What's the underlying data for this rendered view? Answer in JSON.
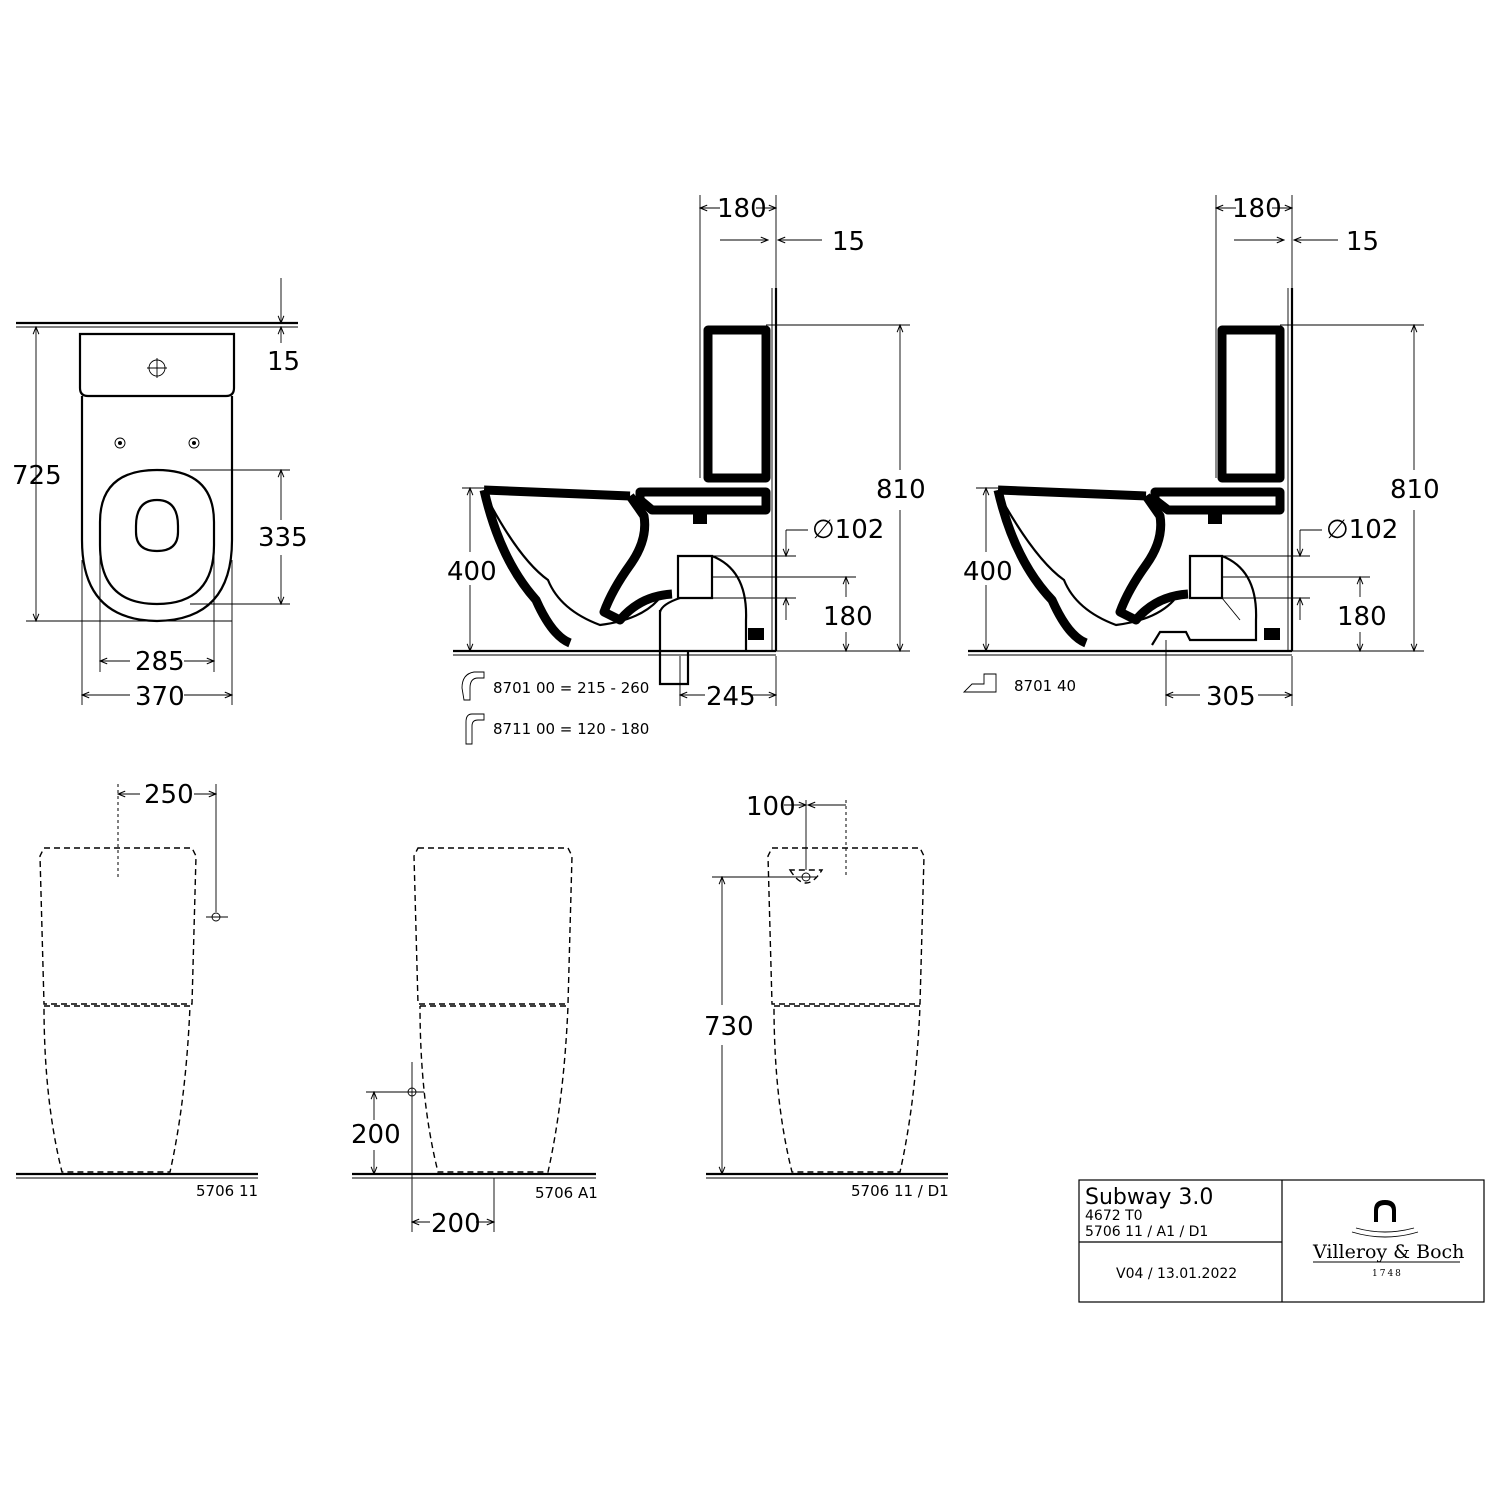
{
  "dimensions": {
    "top_view": {
      "d15": "15",
      "d725": "725",
      "d335": "335",
      "d285": "285",
      "d370": "370"
    },
    "side_a": {
      "d180": "180",
      "d15": "15",
      "d810": "810",
      "d102": "∅102",
      "d400": "400",
      "d180b": "180",
      "d245": "245"
    },
    "side_b": {
      "d180": "180",
      "d15": "15",
      "d810": "810",
      "d102": "∅102",
      "d400": "400",
      "d180b": "180",
      "d305": "305"
    },
    "back_1": {
      "d250": "250"
    },
    "back_2": {
      "d200v": "200",
      "d200h": "200"
    },
    "back_3": {
      "d100": "100",
      "d730": "730"
    }
  },
  "accessories": {
    "a1": "8701 00 = 215 - 260",
    "a2": "8711 00 = 120 - 180",
    "a3": "8701 40"
  },
  "view_codes": {
    "v1": "5706 11",
    "v2": "5706 A1",
    "v3": "5706 11 / D1"
  },
  "title_block": {
    "product": "Subway 3.0",
    "code1": "4672 T0",
    "code2": "5706 11 / A1 / D1",
    "version": "V04 / 13.01.2022",
    "brand": "Villeroy & Boch",
    "year": "1748"
  }
}
